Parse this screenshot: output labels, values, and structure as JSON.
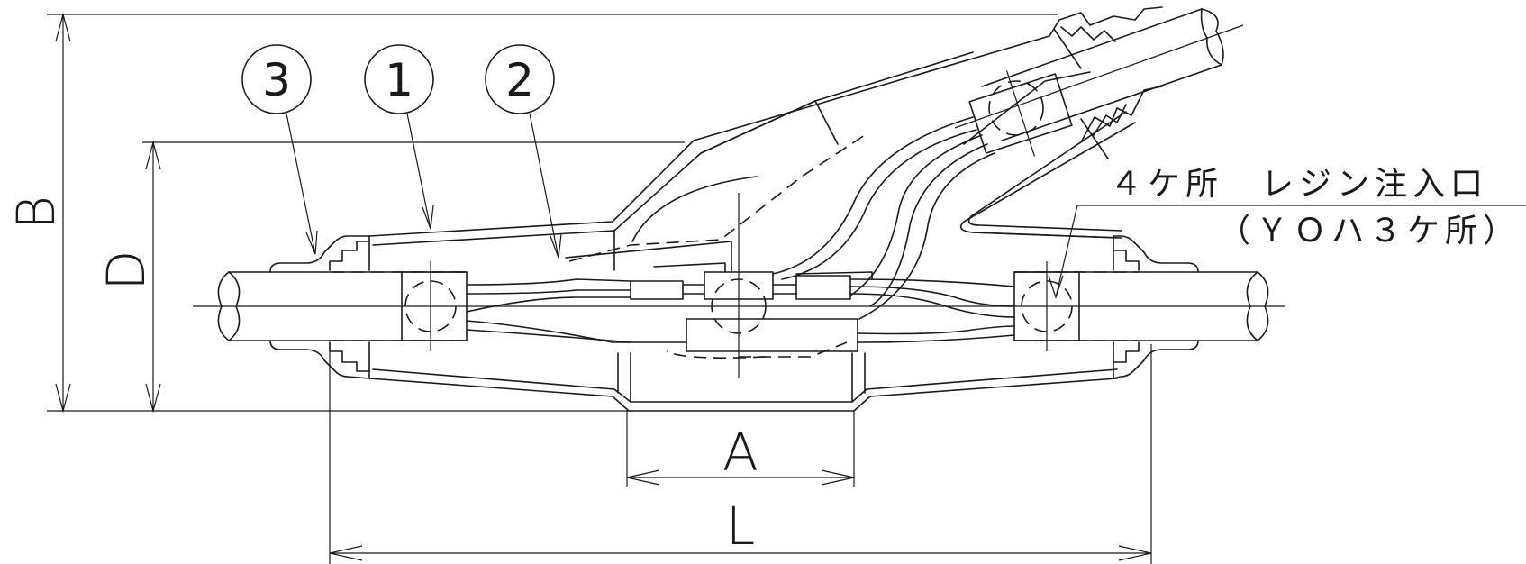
{
  "callouts": [
    {
      "id": "3"
    },
    {
      "id": "1"
    },
    {
      "id": "2"
    }
  ],
  "dimensions": {
    "b": "B",
    "d": "D",
    "a": "A",
    "l": "L"
  },
  "note": {
    "line1": "４ケ所　レジン注入口",
    "line2": "（ＹＯハ３ケ所）"
  }
}
